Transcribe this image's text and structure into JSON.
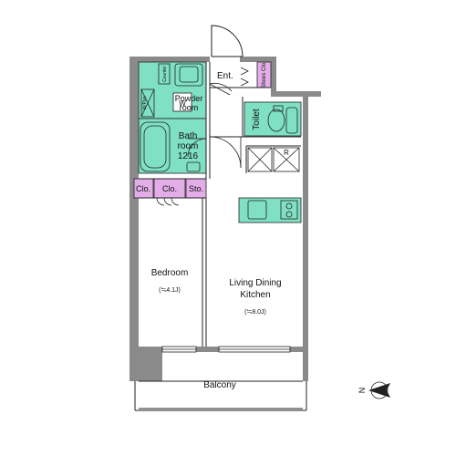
{
  "rooms": {
    "entrance": "Ent.",
    "shoes_closet": "Shoes Clo.",
    "toilet": "Toilet",
    "powder_room_line1": "Powder",
    "powder_room_line2": "room",
    "counter": "Counter",
    "washer": "W",
    "washer_pan": "W/Pan",
    "bath_line1": "Bath",
    "bath_line2": "room",
    "bath_line3": "1216",
    "refrigerator": "R",
    "closet_1": "Clo.",
    "closet_2": "Clo.",
    "storage": "Sto.",
    "bedroom": "Bedroom",
    "bedroom_size": "(≒4.1J)",
    "ldk_line1": "Living Dining",
    "ldk_line2": "Kitchen",
    "ldk_size": "(≒8.0J)",
    "balcony": "Balcony"
  },
  "compass": {
    "label": "N"
  },
  "colors": {
    "wall": "#8a8a8a",
    "wet_area": "#7fe0c2",
    "closet": "#e3aee8",
    "line": "#222222",
    "background": "#ffffff"
  }
}
